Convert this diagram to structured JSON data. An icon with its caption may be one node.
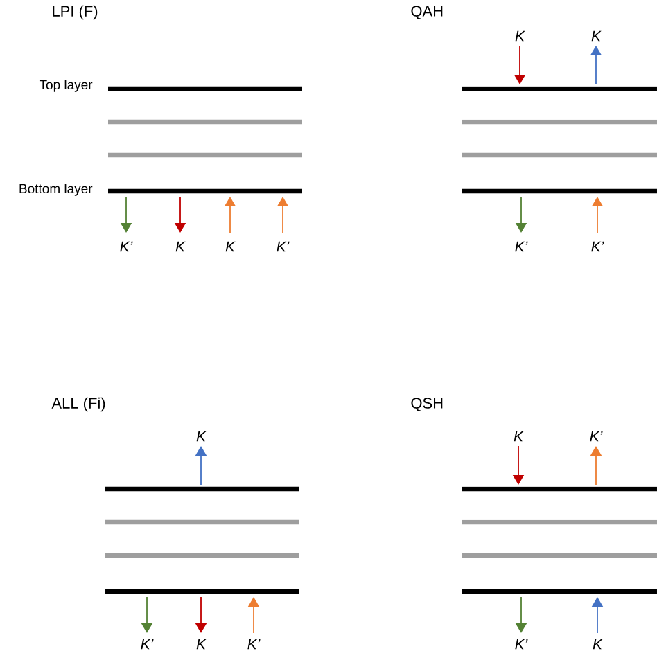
{
  "diagram": {
    "labels": [
      "LPI (F)",
      "QAH",
      "K",
      "K",
      "Top layer",
      "Bottom layer",
      "K’",
      "K",
      "K",
      "K’",
      "K’",
      "K’",
      "ALL (Fi)",
      "QSH",
      "K",
      "K",
      "K’",
      "K’",
      "K",
      "K’",
      "K’",
      "K"
    ]
  }
}
